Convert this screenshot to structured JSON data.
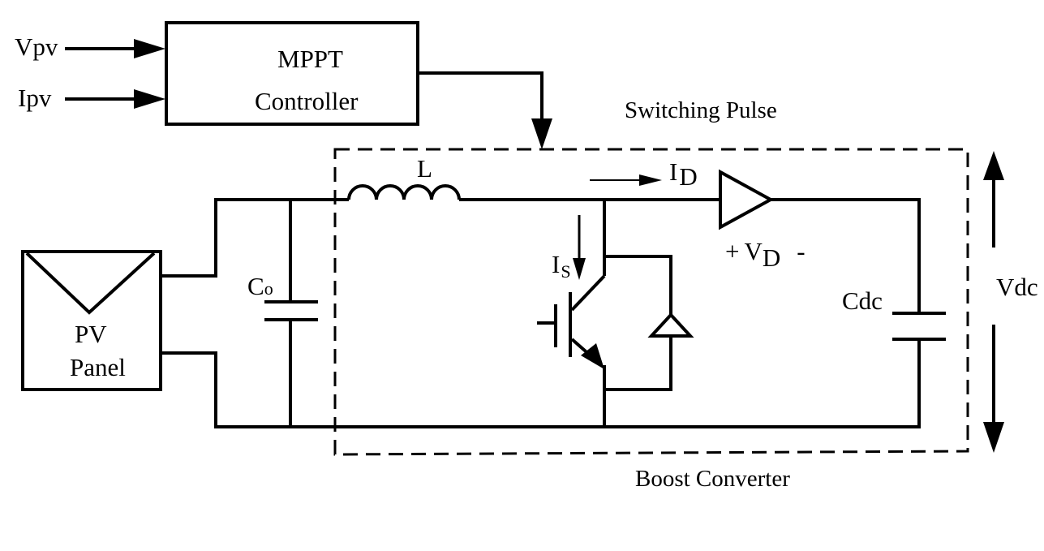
{
  "inputs": {
    "vpv": "Vpv",
    "ipv": "Ipv"
  },
  "controller": {
    "line1": "MPPT",
    "line2": "Controller"
  },
  "switching_pulse": "Switching Pulse",
  "pv_panel": {
    "line1": "PV",
    "line2": "Panel"
  },
  "capacitor_co": {
    "main": "C",
    "sub": "o"
  },
  "inductor": "L",
  "diode_current": {
    "main": "I",
    "sub": "D"
  },
  "switch_current": {
    "main": "I",
    "sub": "S"
  },
  "diode_voltage": {
    "plus": "+",
    "main": "V",
    "sub": "D",
    "minus": "-"
  },
  "capacitor_cdc": "Cdc",
  "output_voltage": "Vdc",
  "boost_converter": "Boost Converter",
  "colors": {
    "stroke": "#000000",
    "background": "#ffffff"
  }
}
